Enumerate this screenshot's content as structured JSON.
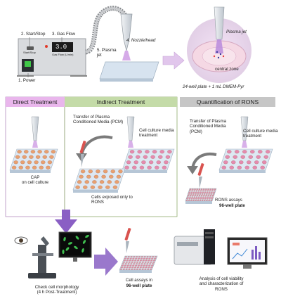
{
  "setup": {
    "start_stop": "2. Start/Stop",
    "gas_flow": "3. Gas Flow",
    "power": "1. Power",
    "plasma_jet": "5. Plasma\njet",
    "nozzle_head": "4. Nozzle/head",
    "device_start_stop": "Start/Stop",
    "device_display": "3.0",
    "device_gas_flow": "Gas Flow (L/min)"
  },
  "zoom": {
    "plasma_jet": "Plasma jet",
    "central_zone": "central zone",
    "plate_caption": "24-well plate + 1 mL DMEM-Pyr"
  },
  "sections": {
    "direct": {
      "title": "Direct Treatment",
      "color": "#e9b6ec"
    },
    "indirect": {
      "title": "Indirect Treatment",
      "color": "#c4dba8"
    },
    "rons": {
      "title": "Quantification of RONS",
      "color": "#c6c6c6"
    }
  },
  "direct": {
    "cap": "CAP\non cell culture"
  },
  "indirect": {
    "transfer": "Transfer of Plasma\nConditioned Media (PCM)",
    "cell_media": "Cell culture media\ntreatment",
    "exposed": "Cells exposed only to\nRONS"
  },
  "rons": {
    "transfer": "Transfer of Plasma\nConditioned Media\n(PCM)",
    "cell_media": "Cell culture media\ntreatment",
    "assays": "RONS assays",
    "plate": "96-well plate"
  },
  "bottom": {
    "morphology": "Check cell morphology\n(4 h Post-Treatment)",
    "cell_assays": "Cell assays in",
    "cell_plate": "96-well plate",
    "analysis": "Analysis of cell viability\nand characterization of\nRONS"
  },
  "colors": {
    "arrow_purple": "#8a5fc4",
    "well_orange": "#e8a070",
    "well_pink": "#e58ab0",
    "plate": "#dde8f3"
  }
}
